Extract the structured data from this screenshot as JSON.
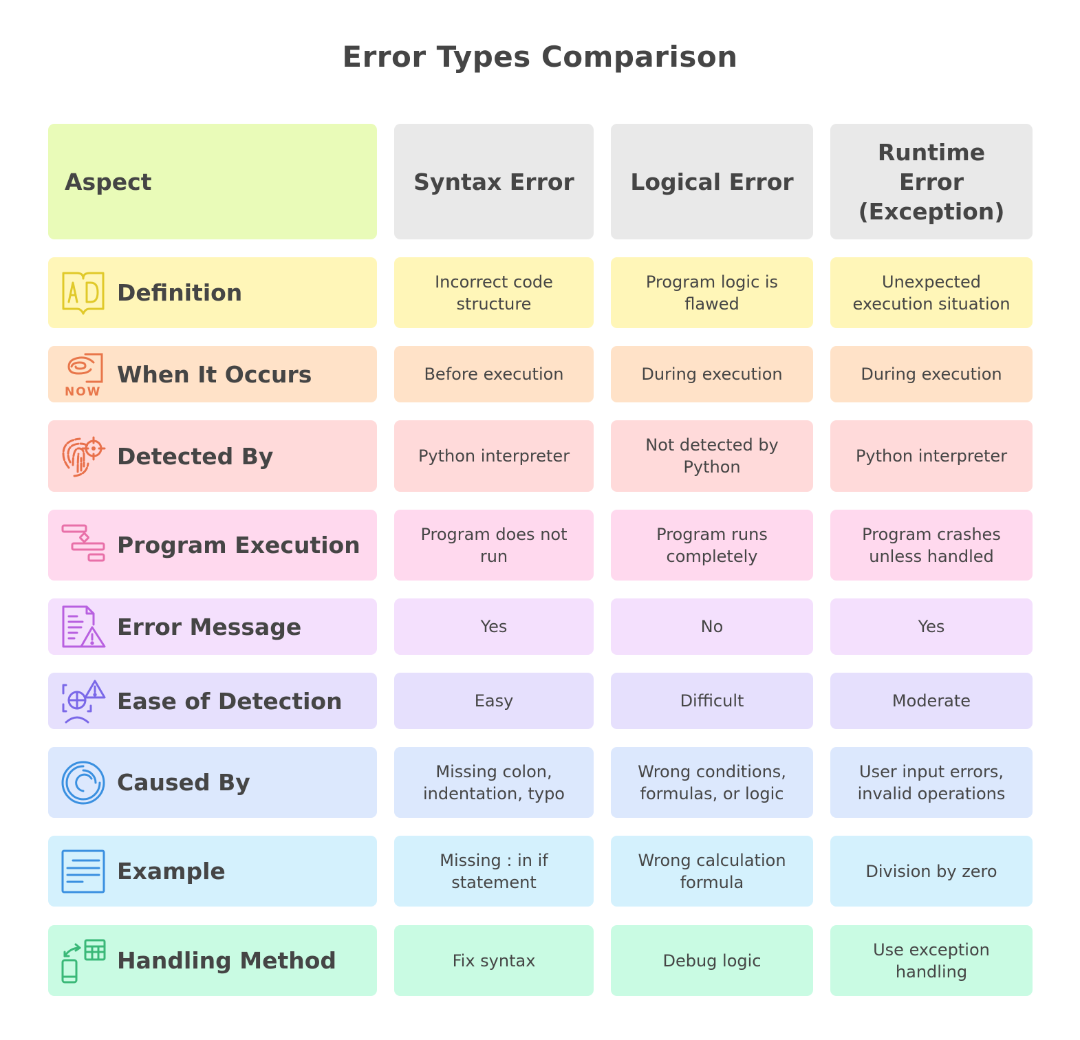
{
  "title": "Error Types Comparison",
  "header": {
    "aspect": "Aspect",
    "columns": [
      "Syntax Error",
      "Logical Error",
      "Runtime Error (Exception)"
    ]
  },
  "colors": {
    "header_aspect_bg": "#e9fbb8",
    "header_bg": "#e9e9e9",
    "text": "#454545"
  },
  "rows": [
    {
      "aspect": "Definition",
      "icon": "open-book-ad-icon",
      "bg": "#fff6b8",
      "icon_color": "#e0c92a",
      "values": [
        "Incorrect code structure",
        "Program logic is flawed",
        "Unexpected execution situation"
      ]
    },
    {
      "aspect": "When It Occurs",
      "icon": "now-swirl-icon",
      "bg": "#ffe2c8",
      "icon_color": "#e8764a",
      "values": [
        "Before execution",
        "During execution",
        "During execution"
      ]
    },
    {
      "aspect": "Detected By",
      "icon": "fingerprint-target-icon",
      "bg": "#ffdada",
      "icon_color": "#e8704a",
      "values": [
        "Python interpreter",
        "Not detected by Python",
        "Python interpreter"
      ]
    },
    {
      "aspect": "Program Execution",
      "icon": "flowchart-gantt-icon",
      "bg": "#ffd9ee",
      "icon_color": "#e870a8",
      "values": [
        "Program does not run",
        "Program runs completely",
        "Program crashes unless handled"
      ]
    },
    {
      "aspect": "Error Message",
      "icon": "document-warning-icon",
      "bg": "#f4e0fd",
      "icon_color": "#b860e0",
      "values": [
        "Yes",
        "No",
        "Yes"
      ]
    },
    {
      "aspect": "Ease of Detection",
      "icon": "scan-globe-warning-icon",
      "bg": "#e6e0fd",
      "icon_color": "#7a68e8",
      "values": [
        "Easy",
        "Difficult",
        "Moderate"
      ]
    },
    {
      "aspect": "Caused By",
      "icon": "concentric-circles-icon",
      "bg": "#dce8fd",
      "icon_color": "#3a90e0",
      "values": [
        "Missing colon, indentation, typo",
        "Wrong conditions, formulas, or logic",
        "User input errors, invalid operations"
      ]
    },
    {
      "aspect": "Example",
      "icon": "text-document-icon",
      "bg": "#d4f1fd",
      "icon_color": "#3a90e0",
      "values": [
        "Missing : in if statement",
        "Wrong calculation formula",
        "Division by zero"
      ]
    },
    {
      "aspect": "Handling Method",
      "icon": "device-transfer-icon",
      "bg": "#c9fbe3",
      "icon_color": "#3ab878",
      "values": [
        "Fix syntax",
        "Debug logic",
        "Use exception handling"
      ]
    }
  ]
}
